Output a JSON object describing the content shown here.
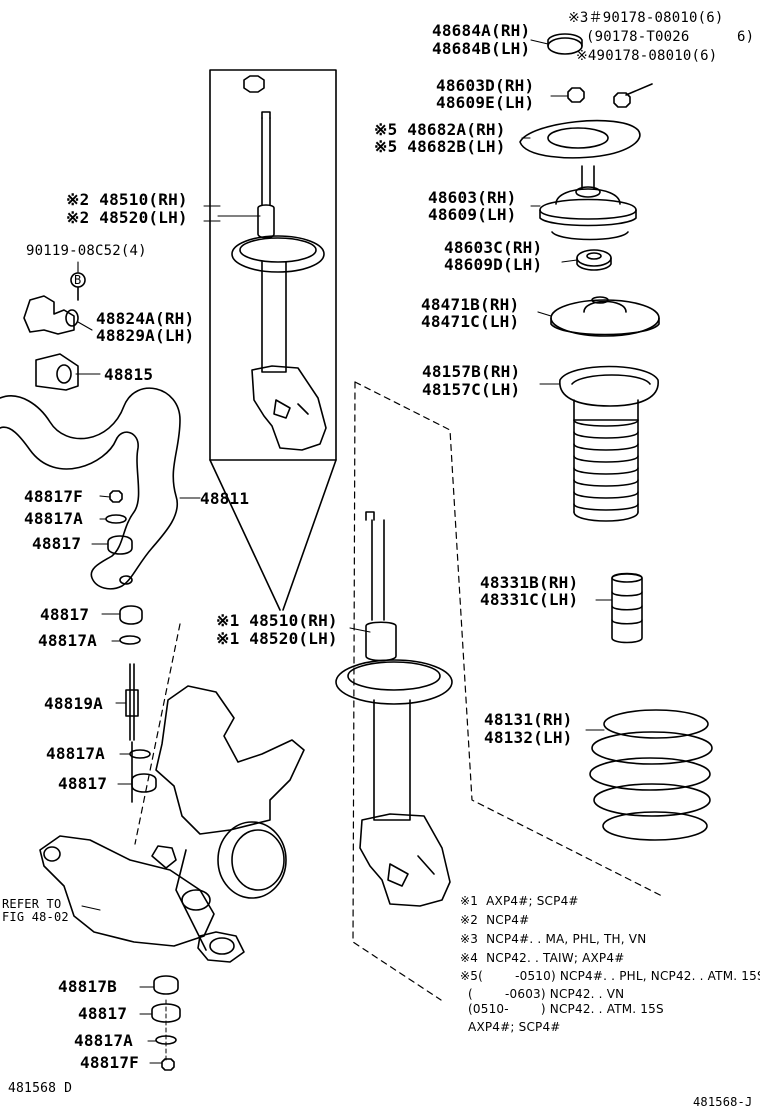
{
  "labels": {
    "l_90178_a": "※3＃90178-08010(6)",
    "l_90178_b": "(90178-T0026",
    "l_90178_b_qty": "6)",
    "l_90178_c": "※490178-08010(6)",
    "l_48684a": "48684A(RH)",
    "l_48684b": "48684B(LH)",
    "l_48603d": "48603D(RH)",
    "l_48609e": "48609E(LH)",
    "l_48682a": "※5 48682A(RH)",
    "l_48682b": "※5 48682B(LH)",
    "l_48603": "48603(RH)",
    "l_48609": "48609(LH)",
    "l_48603c": "48603C(RH)",
    "l_48609d": "48609D(LH)",
    "l_48471b": "48471B(RH)",
    "l_48471c": "48471C(LH)",
    "l_48157b": "48157B(RH)",
    "l_48157c": "48157C(LH)",
    "l_48331b": "48331B(RH)",
    "l_48331c": "48331C(LH)",
    "l_48131": "48131(RH)",
    "l_48132": "48132(LH)",
    "l_48510_2": "※2 48510(RH)",
    "l_48520_2": "※2 48520(LH)",
    "l_90119": "90119-08C52(4)",
    "l_b": "B",
    "l_48824a": "48824A(RH)",
    "l_48829a": "48829A(LH)",
    "l_48815": "48815",
    "l_48817f_1": "48817F",
    "l_48817a_1": "48817A",
    "l_48817_1": "48817",
    "l_48811": "48811",
    "l_48817_2": "48817",
    "l_48817a_2": "48817A",
    "l_48510_1": "※1 48510(RH)",
    "l_48520_1": "※1 48520(LH)",
    "l_48819a": "48819A",
    "l_48817a_3": "48817A",
    "l_48817_3": "48817",
    "l_refer_1": "REFER TO",
    "l_refer_2": "FIG 48-02",
    "l_48817b": "48817B",
    "l_48817_4": "48817",
    "l_48817a_4": "48817A",
    "l_48817f_2": "48817F",
    "l_code_left": "481568 D",
    "l_code_right": "481568-J"
  },
  "notes": {
    "n1": "※1  AXP4#; SCP4#",
    "n2": "※2  NCP4#",
    "n3": "※3  NCP4#. . MA, PHL, TH, VN",
    "n4": "※4  NCP42. . TAIW; AXP4#",
    "n5a": "※5(        -0510) NCP4#. . PHL, NCP42. . ATM. 15S",
    "n5b": "  (        -0603) NCP42. . VN",
    "n5c": "  (0510-        ) NCP42. . ATM. 15S",
    "n5d": "  AXP4#; SCP4#"
  }
}
